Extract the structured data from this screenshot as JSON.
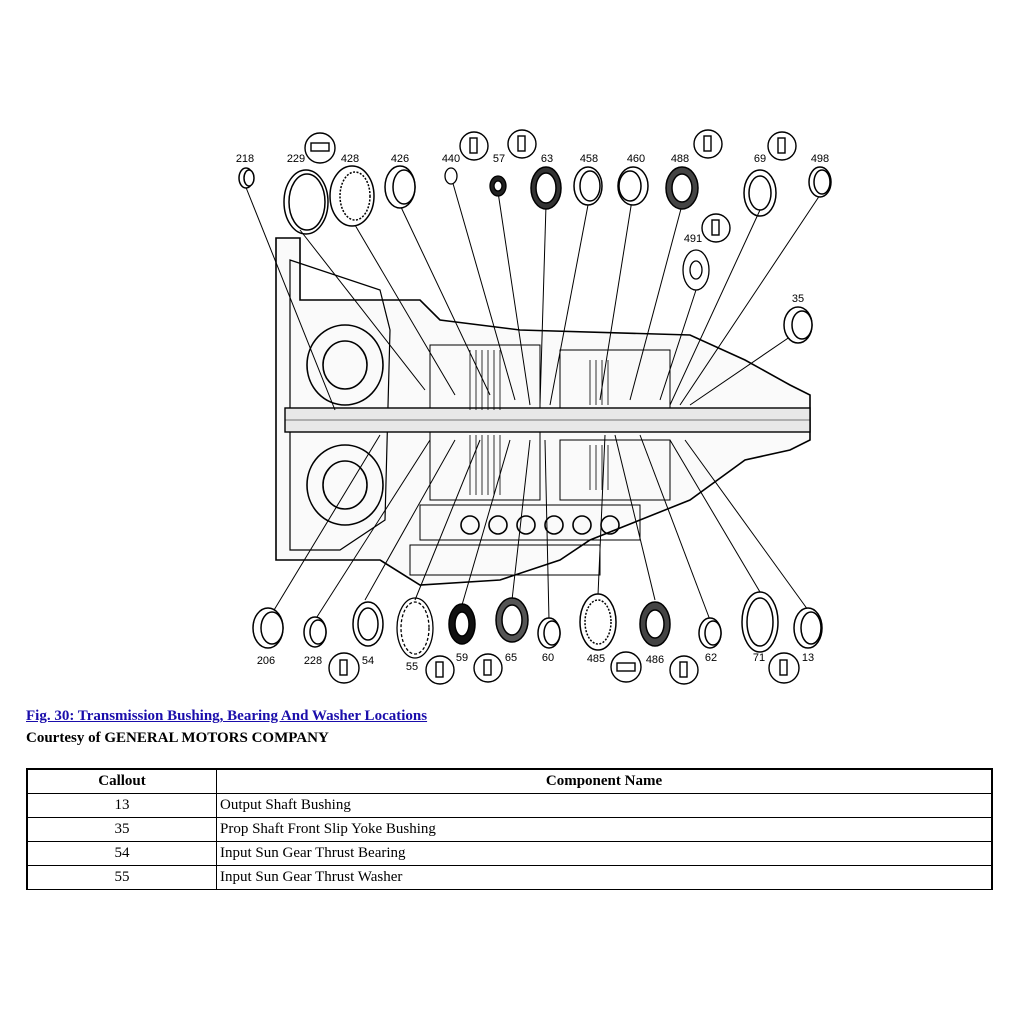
{
  "figure": {
    "caption": "Fig. 30: Transmission Bushing, Bearing And Washer Locations",
    "courtesy": "Courtesy of GENERAL MOTORS COMPANY",
    "callouts_top": [
      "218",
      "229",
      "428",
      "426",
      "440",
      "57",
      "63",
      "458",
      "460",
      "488",
      "69",
      "498",
      "491",
      "35"
    ],
    "callouts_bottom": [
      "206",
      "228",
      "54",
      "55",
      "59",
      "65",
      "60",
      "485",
      "486",
      "62",
      "71",
      "13"
    ]
  },
  "table": {
    "headers": [
      "Callout",
      "Component Name"
    ],
    "rows": [
      {
        "callout": "13",
        "name": "Output Shaft Bushing"
      },
      {
        "callout": "35",
        "name": "Prop Shaft Front Slip Yoke Bushing"
      },
      {
        "callout": "54",
        "name": "Input Sun Gear Thrust Bearing"
      },
      {
        "callout": "55",
        "name": "Input Sun Gear Thrust Washer"
      }
    ]
  }
}
